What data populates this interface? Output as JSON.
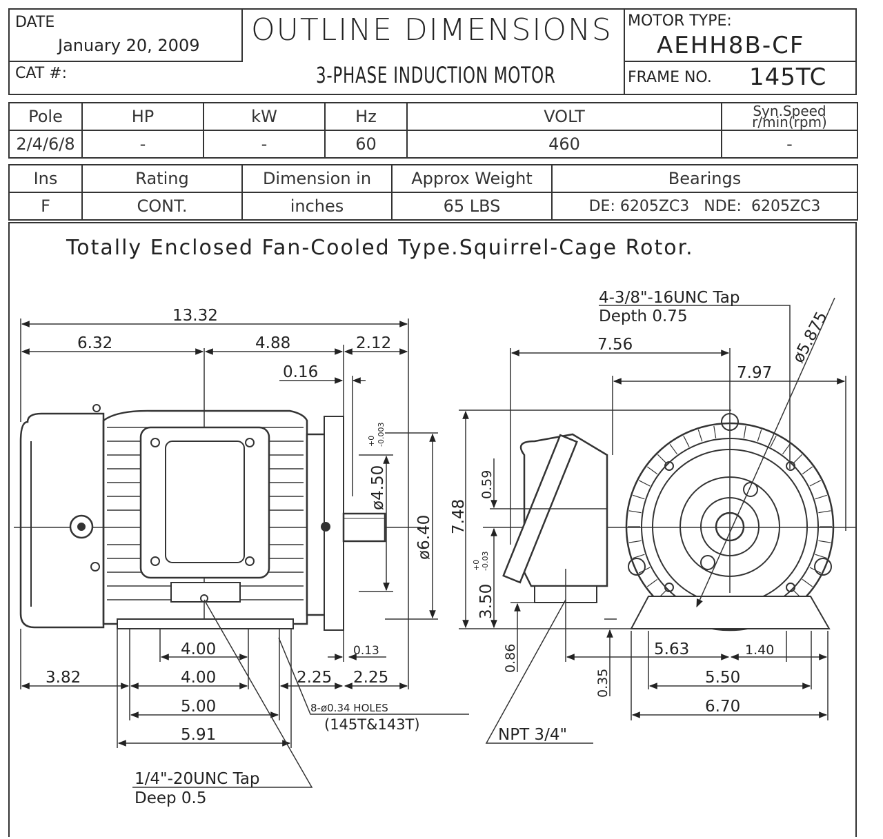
{
  "title_block": {
    "date_label": "DATE",
    "date_value": "January 20, 2009",
    "cat_label": "CAT #:",
    "title": "OUTLINE DIMENSIONS",
    "subtitle": "3-PHASE INDUCTION MOTOR",
    "motor_type_label": "MOTOR TYPE:",
    "motor_type_value": "AEHH8B-CF",
    "frame_label": "FRAME NO.",
    "frame_value": "145TC"
  },
  "spec_table_1": {
    "headers": [
      "Pole",
      "HP",
      "kW",
      "Hz",
      "VOLT",
      "Syn.Speed r/min(rpm)"
    ],
    "values": [
      "2/4/6/8",
      "-",
      "-",
      "60",
      "460",
      "-"
    ]
  },
  "spec_table_2": {
    "headers": [
      "Ins",
      "Rating",
      "Dimension in",
      "Approx Weight",
      "Bearings"
    ],
    "values": [
      "F",
      "CONT.",
      "inches",
      "65 LBS",
      "DE: 6205ZC3   NDE:  6205ZC3"
    ]
  },
  "description": "Totally Enclosed Fan-Cooled Type.Squirrel-Cage Rotor.",
  "side_view_dims": {
    "overall_length": "13.32",
    "d_6_32": "6.32",
    "d_4_88": "4.88",
    "d_2_12": "2.12",
    "d_0_16": "0.16",
    "d_4_50": "ø4.50",
    "tol_4_50_top": "+0",
    "tol_4_50_bottom": "-0.003",
    "d_6_40": "ø6.40",
    "d_4_00_a": "4.00",
    "d_4_00_b": "4.00",
    "d_0_13": "0.13",
    "d_3_82": "3.82",
    "d_2_25_a": "2.25",
    "d_2_25_b": "2.25",
    "d_5_00": "5.00",
    "d_5_91": "5.91",
    "holes_note": "8-ø0.34 HOLES",
    "holes_frames": "(145T&143T)",
    "tap_note_1": "1/4\"-20UNC Tap",
    "tap_note_2": "Deep 0.5"
  },
  "end_view_dims": {
    "tap_note_1": "4-3/8\"-16UNC Tap",
    "tap_note_2": "Depth 0.75",
    "d_5_875": "ø5.875",
    "d_7_56": "7.56",
    "d_7_97": "7.97",
    "d_7_48": "7.48",
    "d_0_59": "0.59",
    "tol_3_50_top": "+0",
    "tol_3_50_bottom": "-0.03",
    "d_3_50": "3.50",
    "d_0_86": "0.86",
    "d_0_35": "0.35",
    "d_5_63": "5.63",
    "d_1_40": "1.40",
    "d_5_50": "5.50",
    "d_6_70": "6.70",
    "conduit_note": "NPT 3/4\""
  }
}
